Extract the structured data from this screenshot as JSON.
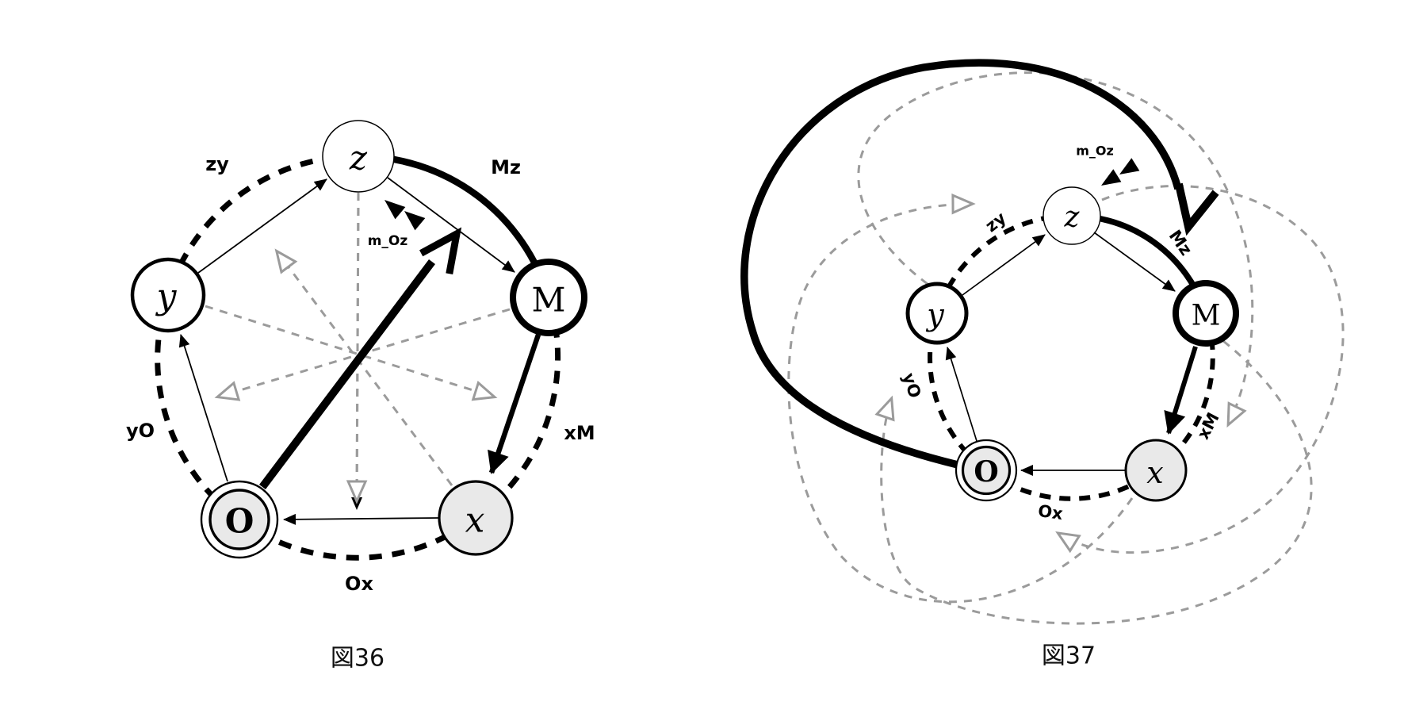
{
  "colors": {
    "ink": "#000000",
    "gray": "#9b9b9b",
    "node_fill": "#e9e9e9",
    "background": "#ffffff"
  },
  "fig36": {
    "caption": "図36",
    "nodes": {
      "z": "z",
      "y": "y",
      "m": "M",
      "o": "O",
      "x": "x"
    },
    "edge_labels": {
      "zy": "zy",
      "mz": "Mz",
      "yo": "yO",
      "xm": "xM",
      "ox": "Ox",
      "m_oz": "m_Oz"
    }
  },
  "fig37": {
    "caption": "図37",
    "nodes": {
      "z": "z",
      "y": "y",
      "m": "M",
      "o": "O",
      "x": "x"
    },
    "edge_labels": {
      "zy": "zy",
      "mz": "Mz",
      "yo": "yO",
      "xm": "xM",
      "ox": "Ox",
      "m_oz": "m_Oz"
    }
  }
}
